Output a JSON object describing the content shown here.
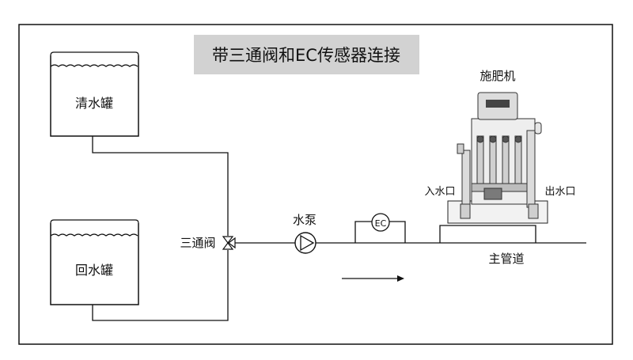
{
  "title": "带三通阀和EC传感器连接",
  "tanks": {
    "clean": "清水罐",
    "return": "回水罐"
  },
  "valve": "三通阀",
  "pump": "水泵",
  "ec_sensor": "EC",
  "machine": {
    "name": "施肥机",
    "inlet": "入水口",
    "outlet": "出水口"
  },
  "main_pipe": "主管道",
  "colors": {
    "title_bg": "#d2d2d2",
    "line": "#111111",
    "machine_fill": "#e8e8e8",
    "machine_dark": "#555555"
  }
}
